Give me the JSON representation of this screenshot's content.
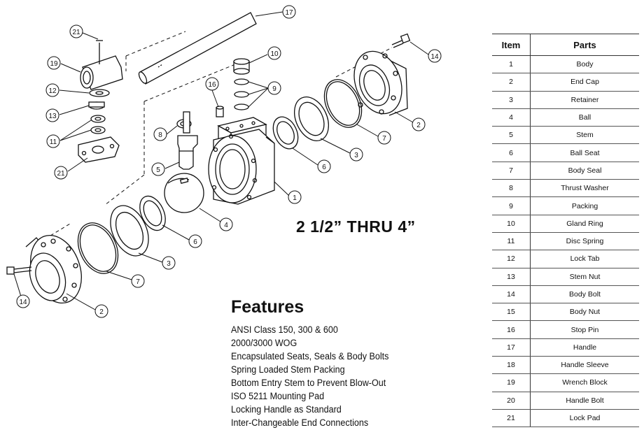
{
  "title": "2 1/2” THRU 4”",
  "features": {
    "heading": "Features",
    "items": [
      "ANSI Class 150, 300 & 600",
      "2000/3000 WOG",
      "Encapsulated Seats, Seals & Body Bolts",
      "Spring Loaded Stem Packing",
      "Bottom Entry Stem to Prevent Blow-Out",
      "ISO 5211 Mounting Pad",
      "Locking Handle as Standard",
      "Inter-Changeable End Connections"
    ]
  },
  "parts_table": {
    "headers": [
      "Item",
      "Parts"
    ],
    "rows": [
      [
        "1",
        "Body"
      ],
      [
        "2",
        "End Cap"
      ],
      [
        "3",
        "Retainer"
      ],
      [
        "4",
        "Ball"
      ],
      [
        "5",
        "Stem"
      ],
      [
        "6",
        "Ball Seat"
      ],
      [
        "7",
        "Body Seal"
      ],
      [
        "8",
        "Thrust Washer"
      ],
      [
        "9",
        "Packing"
      ],
      [
        "10",
        "Gland Ring"
      ],
      [
        "11",
        "Disc Spring"
      ],
      [
        "12",
        "Lock Tab"
      ],
      [
        "13",
        "Stem Nut"
      ],
      [
        "14",
        "Body Bolt"
      ],
      [
        "15",
        "Body Nut"
      ],
      [
        "16",
        "Stop Pin"
      ],
      [
        "17",
        "Handle"
      ],
      [
        "18",
        "Handle Sleeve"
      ],
      [
        "19",
        "Wrench Block"
      ],
      [
        "20",
        "Handle Bolt"
      ],
      [
        "21",
        "Lock Pad"
      ]
    ]
  },
  "callouts": [
    "17",
    "21",
    "19",
    "12",
    "13",
    "11",
    "21",
    "16",
    "10",
    "9",
    "8",
    "5",
    "1",
    "14",
    "2",
    "7",
    "3",
    "6",
    "4",
    "6",
    "3",
    "7",
    "2",
    "14"
  ]
}
